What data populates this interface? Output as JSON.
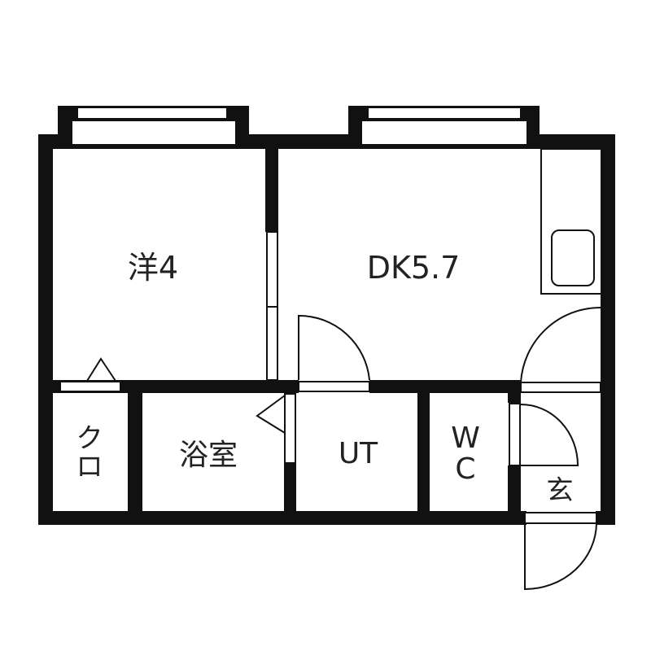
{
  "floor_plan": {
    "colors": {
      "wall": "#111111",
      "background": "#ffffff",
      "text": "#222222"
    },
    "rooms": [
      {
        "id": "western-room",
        "label": "洋4",
        "type": "Western-style room",
        "size_jo": 4
      },
      {
        "id": "dining-kitchen",
        "label": "DK5.7",
        "type": "Dining kitchen",
        "size_jo": 5.7
      },
      {
        "id": "closet",
        "label_chars": [
          "ク",
          "ロ"
        ],
        "type": "Closet"
      },
      {
        "id": "bathroom",
        "label": "浴室",
        "type": "Bathroom"
      },
      {
        "id": "utility",
        "label": "UT",
        "type": "Utility"
      },
      {
        "id": "toilet",
        "label_chars": [
          "W",
          "C"
        ],
        "type": "Toilet"
      },
      {
        "id": "entrance",
        "label": "玄",
        "type": "Entrance"
      }
    ],
    "fixtures": [
      {
        "id": "kitchen-counter",
        "room": "dining-kitchen"
      },
      {
        "id": "kitchen-sink",
        "room": "dining-kitchen"
      }
    ],
    "windows": [
      {
        "id": "window-western",
        "room": "western-room"
      },
      {
        "id": "window-dk",
        "room": "dining-kitchen"
      }
    ],
    "doors": [
      {
        "id": "sliding-door-western-dk",
        "type": "sliding"
      },
      {
        "id": "door-dk-utility",
        "type": "swing"
      },
      {
        "id": "door-dk-entrance",
        "type": "swing"
      },
      {
        "id": "door-toilet",
        "type": "swing"
      },
      {
        "id": "front-door",
        "type": "swing"
      },
      {
        "id": "folding-door-closet",
        "type": "folding"
      },
      {
        "id": "folding-door-bathroom",
        "type": "folding"
      }
    ]
  }
}
